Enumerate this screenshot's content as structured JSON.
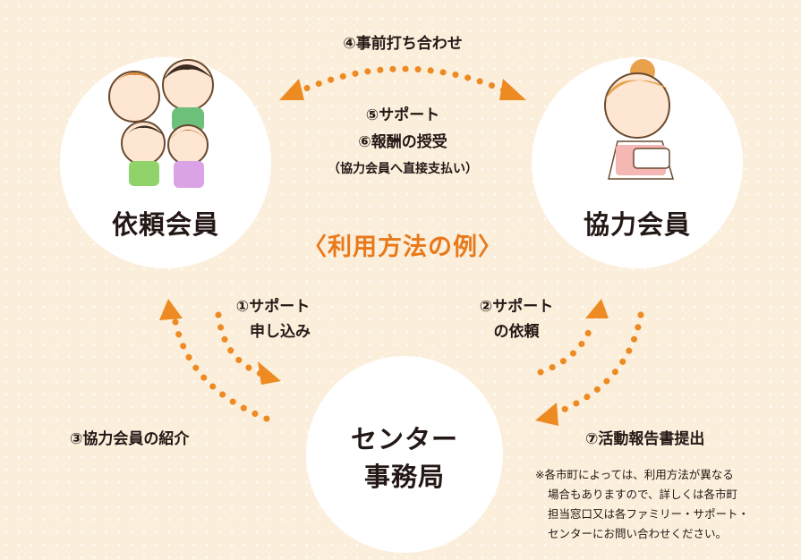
{
  "title": "〈利用方法の例〉",
  "nodes": {
    "requester": "依頼会員",
    "helper": "協力会員",
    "center_line1": "センター",
    "center_line2": "事務局"
  },
  "steps": {
    "s1_line1": "①サポート",
    "s1_line2": "申し込み",
    "s2_line1": "②サポート",
    "s2_line2": "の依頼",
    "s3": "③協力会員の紹介",
    "s4": "④事前打ち合わせ",
    "s5": "⑤サポート",
    "s6": "⑥報酬の授受",
    "s6_note": "（協力会員へ直接支払い）",
    "s7": "⑦活動報告書提出"
  },
  "note_lines": [
    "※各市町によっては、利用方法が異なる",
    "場合もありますので、詳しくは各市町",
    "担当窓口又は各ファミリー・サポート・",
    "センターにお問い合わせください。"
  ],
  "colors": {
    "background": "#fbeedb",
    "arrow": "#ee8a22",
    "title": "#e8791b",
    "circle": "#ffffff"
  }
}
